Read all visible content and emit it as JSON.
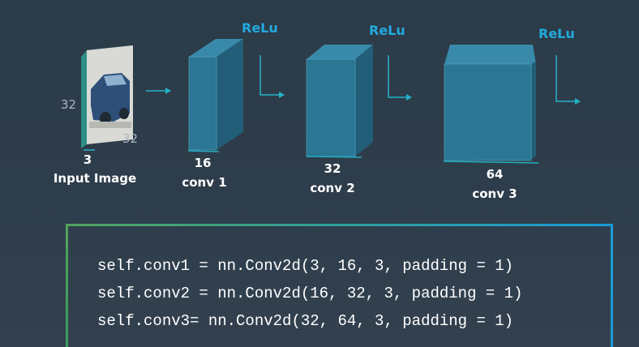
{
  "relu_labels": [
    "ReLu",
    "ReLu",
    "ReLu"
  ],
  "input": {
    "height_label": "32",
    "width_label": "32",
    "depth_label": "3",
    "caption": "Input Image"
  },
  "layers": [
    {
      "depth": "16",
      "name": "conv 1"
    },
    {
      "depth": "32",
      "name": "conv 2"
    },
    {
      "depth": "64",
      "name": "conv 3"
    }
  ],
  "code": [
    "self.conv1 = nn.Conv2d(3, 16, 3, padding = 1)",
    "self.conv2 = nn.Conv2d(16, 32, 3, padding = 1)",
    "self.conv3= nn.Conv2d(32, 64, 3, padding = 1)"
  ],
  "colors": {
    "background": "#2e3d4b",
    "relu_text": "#22a9de",
    "cube_face": "#2a7a98",
    "arrow": "#23b3c7",
    "input_side": "#2e8f86",
    "border_green": "#4fa35c",
    "border_blue": "#1a9bd8"
  }
}
